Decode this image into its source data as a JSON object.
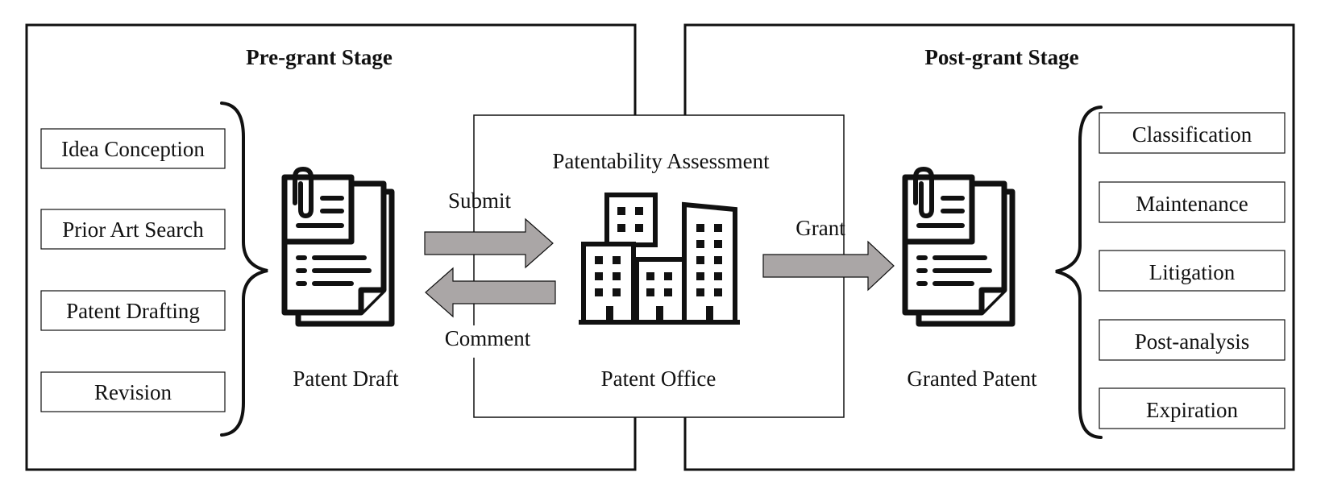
{
  "pre_grant": {
    "title": "Pre-grant Stage",
    "steps": [
      "Idea Conception",
      "Prior Art Search",
      "Patent Drafting",
      "Revision"
    ],
    "draft_label": "Patent Draft"
  },
  "office": {
    "title": "Patentability Assessment",
    "label": "Patent Office",
    "submit_label": "Submit",
    "comment_label": "Comment"
  },
  "post_grant": {
    "title": "Post-grant Stage",
    "grant_label": "Grant",
    "patent_label": "Granted Patent",
    "steps": [
      "Classification",
      "Maintenance",
      "Litigation",
      "Post-analysis",
      "Expiration"
    ]
  },
  "colors": {
    "arrow_fill": "#aaa6a6",
    "stroke": "#111111",
    "background": "#ffffff"
  }
}
